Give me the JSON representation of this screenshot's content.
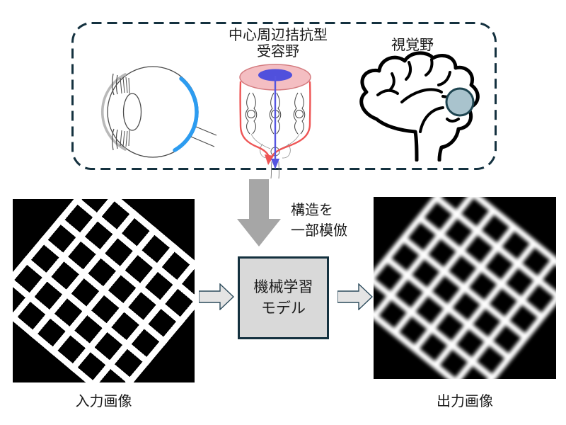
{
  "figure": {
    "biology_panel": {
      "receptive_field_label": "中心周辺拮抗型\n受容野",
      "visual_cortex_label": "視覚野"
    },
    "flow": {
      "imitation_note": "構造を\n一部模倣",
      "model_box_label": "機械学習\nモデル"
    },
    "io": {
      "input_label": "入力画像",
      "output_label": "出力画像"
    },
    "colors": {
      "dashed_border": "#14313f",
      "model_box_fill": "#d9d9d9",
      "model_box_border": "#14313f",
      "down_arrow": "#a6a6a6",
      "block_arrow_fill": "#e4e4e4",
      "block_arrow_border": "#2c4b5c",
      "retina_arc": "#2d9cf0",
      "surround_fill": "#f2b3b7",
      "surround_border": "#d47c80",
      "center_fill": "#5050dc",
      "excite_arrow": "#5555e0",
      "inhibit_arrow": "#ee5555",
      "visual_cortex_fill": "#a9c3cd",
      "visual_cortex_border": "#1d4450"
    }
  }
}
